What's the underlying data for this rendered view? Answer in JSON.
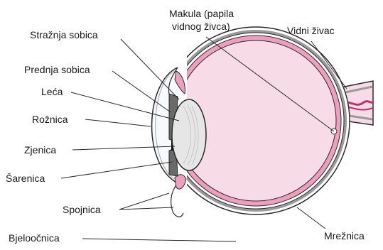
{
  "labels": {
    "straznja_sobica": "Stražnja sobica",
    "prednja_sobica": "Prednja sobica",
    "leca": "Leća",
    "roznica": "Rožnica",
    "zjenica": "Zjenica",
    "sarenica": "Šarenica",
    "spojnica": "Spojnica",
    "bjeloocnica": "Bjeloočnica",
    "makula_line1": "Makula (papila",
    "makula_line2": "vidnog živca)",
    "vidni_zivac": "Vidni živac",
    "mreznica": "Mrežnica"
  },
  "colors": {
    "interior": "#f7dbe7",
    "retina": "#ef9ebe",
    "sclera": "#9a9a9a",
    "outline": "#2b2b2b",
    "lens": "#e6e6e6",
    "iris": "#6a6a6a",
    "pupil": "#111111",
    "nerve_vessel": "#c0306a"
  }
}
